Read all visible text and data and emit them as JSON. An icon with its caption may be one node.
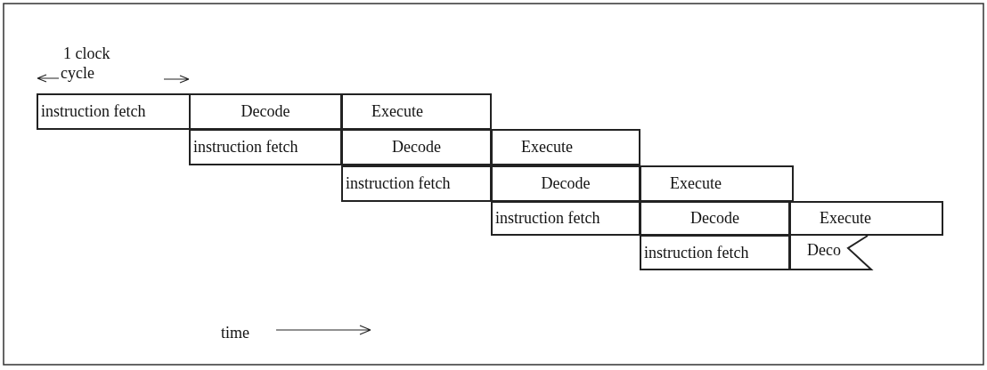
{
  "diagram": {
    "nodes": [
      {
        "text": [
          "instruction fetch"
        ]
      },
      {
        "text": [
          "Decode"
        ]
      },
      {
        "text": [
          "Execute"
        ]
      },
      {
        "text": [
          "instruction fetch"
        ]
      },
      {
        "text": [
          "Decode"
        ]
      },
      {
        "text": [
          "Execute"
        ]
      },
      {
        "text": [
          "instruction fetch"
        ]
      },
      {
        "text": [
          "Decode"
        ]
      },
      {
        "text": [
          "Execute"
        ]
      },
      {
        "text": [
          "instruction fetch"
        ]
      },
      {
        "text": [
          "Decode"
        ]
      },
      {
        "text": [
          "Execute"
        ]
      },
      {
        "text": [
          "instruction fetch"
        ]
      },
      {
        "text": [
          "Deco"
        ]
      }
    ],
    "edges": [],
    "labels": [
      "1 clock cycle",
      "time"
    ]
  }
}
